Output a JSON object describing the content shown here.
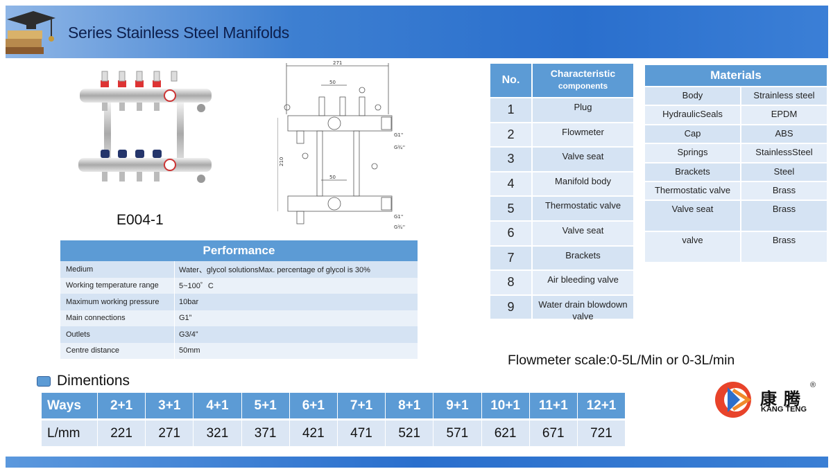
{
  "header": {
    "title": "Series Stainless Steel  Manifolds"
  },
  "product": {
    "model": "E004-1"
  },
  "performance": {
    "title": "Performance",
    "rows": [
      {
        "label": "Medium",
        "value": "Water、glycol solutionsMax. percentage of glycol is 30%"
      },
      {
        "label": "Working temperature range",
        "value": "5~100゜C"
      },
      {
        "label": "Maximum working pressure",
        "value": "10bar"
      },
      {
        "label": "Main connections",
        "value": "G1”"
      },
      {
        "label": "Outlets",
        "value": "G3/4”"
      },
      {
        "label": "Centre distance",
        "value": "50mm"
      }
    ]
  },
  "components": {
    "col_no": "No.",
    "col_char_line1": "Characteristic",
    "col_char_line2": "components",
    "rows": [
      {
        "no": "1",
        "name": "Plug"
      },
      {
        "no": "2",
        "name": "Flowmeter"
      },
      {
        "no": "3",
        "name": "Valve seat"
      },
      {
        "no": "4",
        "name": "Manifold body"
      },
      {
        "no": "5",
        "name": "Thermostatic valve"
      },
      {
        "no": "6",
        "name": "Valve seat"
      },
      {
        "no": "7",
        "name": "Brackets"
      },
      {
        "no": "8",
        "name": "Air bleeding valve"
      },
      {
        "no": "9",
        "name": "Water drain blowdown valve"
      }
    ]
  },
  "materials": {
    "title": "Materials",
    "rows": [
      {
        "part": "Body",
        "material": "Strainless steel"
      },
      {
        "part": "HydraulicSeals",
        "material": "EPDM"
      },
      {
        "part": "Cap",
        "material": "ABS"
      },
      {
        "part": "Springs",
        "material": "StainlessSteel"
      },
      {
        "part": "Brackets",
        "material": "Steel"
      },
      {
        "part": "Thermostatic valve",
        "material": "Brass"
      },
      {
        "part": "Valve seat",
        "material": "Brass"
      },
      {
        "part": "valve",
        "material": "Brass"
      }
    ]
  },
  "flow_note": "Flowmeter scale:0-5L/Min or 0-3L/min",
  "logo": {
    "cn": "康腾",
    "en": "KANG TENG",
    "reg": "®"
  },
  "drawing": {
    "dim_top": "271",
    "dim_pitch": "50",
    "dim_height": "210",
    "conn_main": "G1''",
    "conn_out": "G¾''"
  },
  "dimensions": {
    "title": "Dimentions",
    "row1_label": "Ways",
    "row2_label": "L/mm",
    "ways": [
      "2+1",
      "3+1",
      "4+1",
      "5+1",
      "6+1",
      "7+1",
      "8+1",
      "9+1",
      "10+1",
      "11+1",
      "12+1"
    ],
    "lengths": [
      "221",
      "271",
      "321",
      "371",
      "421",
      "471",
      "521",
      "571",
      "621",
      "671",
      "721"
    ]
  },
  "colors": {
    "header": "#2a6fcd",
    "table_head": "#5c9bd5",
    "row_light": "#d5e3f3"
  }
}
